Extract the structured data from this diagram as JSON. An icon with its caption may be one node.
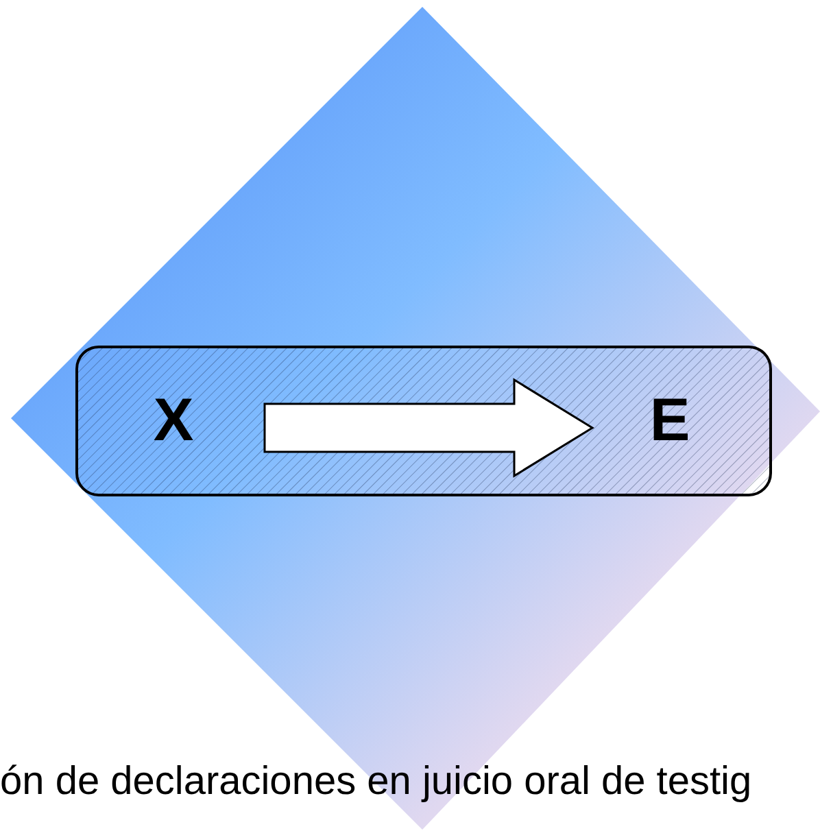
{
  "diagram": {
    "nodes": [
      {
        "text": [],
        "shape": "diamond"
      },
      {
        "text": [],
        "shape": "box",
        "in": 0
      },
      {
        "text": [
          "X"
        ],
        "in": 1
      },
      {
        "text": [
          "E"
        ],
        "in": 1
      }
    ],
    "edges": [
      {
        "from": 2,
        "to": 3,
        "arrow": "to"
      }
    ],
    "caption": "ón de declaraciones en juicio oral de testig"
  }
}
